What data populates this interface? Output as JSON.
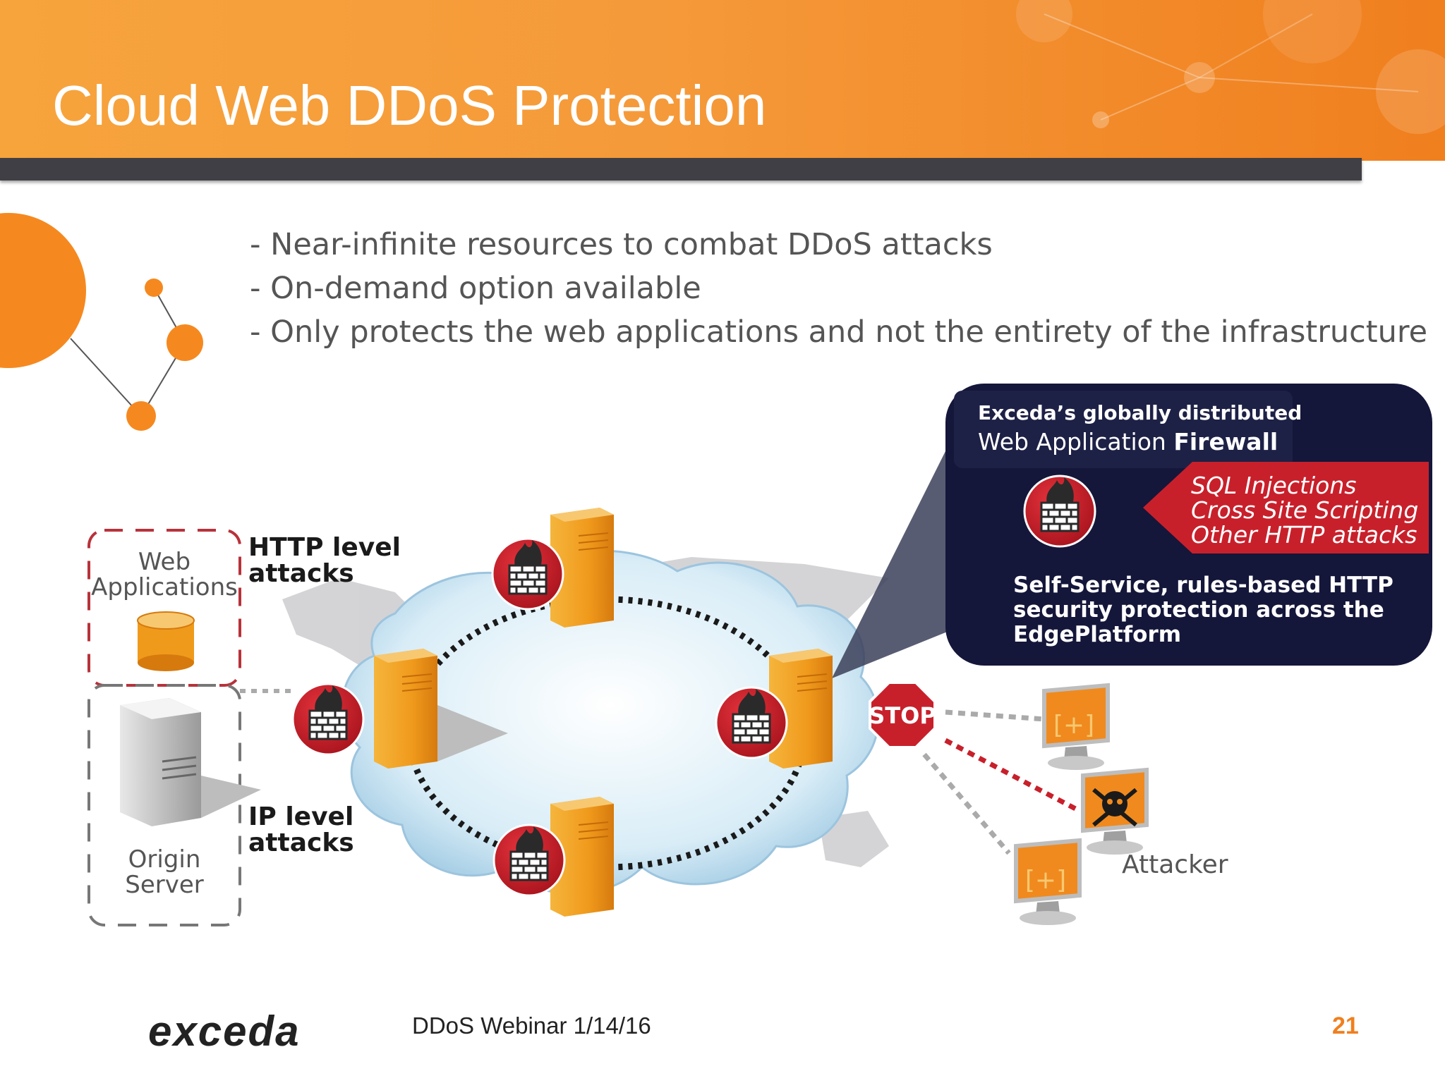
{
  "slide": {
    "title": "Cloud Web DDoS Protection",
    "bullets": [
      "- Near-infinite resources to combat DDoS attacks",
      "- On-demand option available",
      "- Only protects the web applications and not the entirety of the infrastructure"
    ]
  },
  "diagram": {
    "web_applications": [
      "Web",
      "Applications"
    ],
    "origin_server": [
      "Origin",
      "Server"
    ],
    "http_attacks": [
      "HTTP level",
      "attacks"
    ],
    "ip_attacks": [
      "IP level",
      "attacks"
    ],
    "waf_callout": {
      "heading_line1": "Exceda’s globally distributed",
      "heading_line2_prefix": "Web Application ",
      "heading_line2_bold": "Firewall",
      "threats": [
        "SQL Injections",
        "Cross Site Scripting",
        "Other HTTP attacks"
      ],
      "description": [
        "Self-Service, rules-based HTTP",
        "security protection across the",
        "EdgePlatform"
      ]
    },
    "stop_sign": "STOP",
    "attacker_label": "Attacker",
    "monitor_symbol": "[+]"
  },
  "footer": {
    "brand": "exceda",
    "center": "DDoS Webinar 1/14/16",
    "page": "21"
  },
  "colors": {
    "accent_orange": "#f07f1e",
    "header_bar": "#3f3f45",
    "firewall_red": "#c8202b",
    "callout_navy": "#14163a"
  }
}
